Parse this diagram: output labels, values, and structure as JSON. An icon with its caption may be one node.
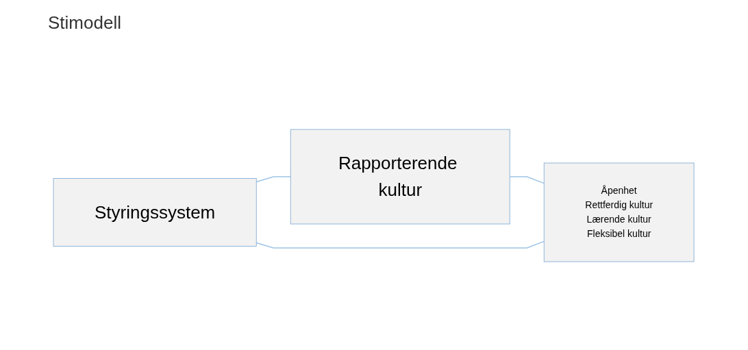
{
  "diagram": {
    "title": "Stimodell",
    "nodes": [
      {
        "text": [
          "Rapporterende kultur"
        ]
      },
      {
        "text": [
          "Styringssystem"
        ]
      },
      {
        "text": [
          "Åpenhet",
          "Rettferdig kultur",
          "Lærende kultur",
          "Fleksibel kultur"
        ]
      }
    ],
    "edges": [
      {
        "from": 1,
        "to": 0,
        "arrow": "none"
      },
      {
        "from": 0,
        "to": 2,
        "arrow": "none"
      },
      {
        "from": 1,
        "to": 2,
        "arrow": "none"
      }
    ]
  }
}
